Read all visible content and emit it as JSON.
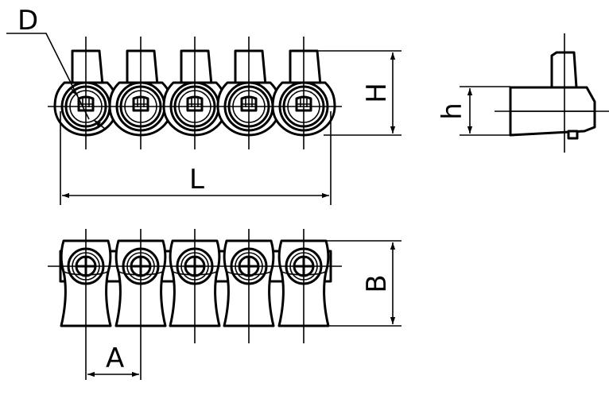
{
  "labels": {
    "D": "D",
    "H": "H",
    "h": "h",
    "L": "L",
    "B": "B",
    "A": "A"
  },
  "colors": {
    "ink": "#000000",
    "paper": "#ffffff"
  },
  "terminal_count": 5
}
